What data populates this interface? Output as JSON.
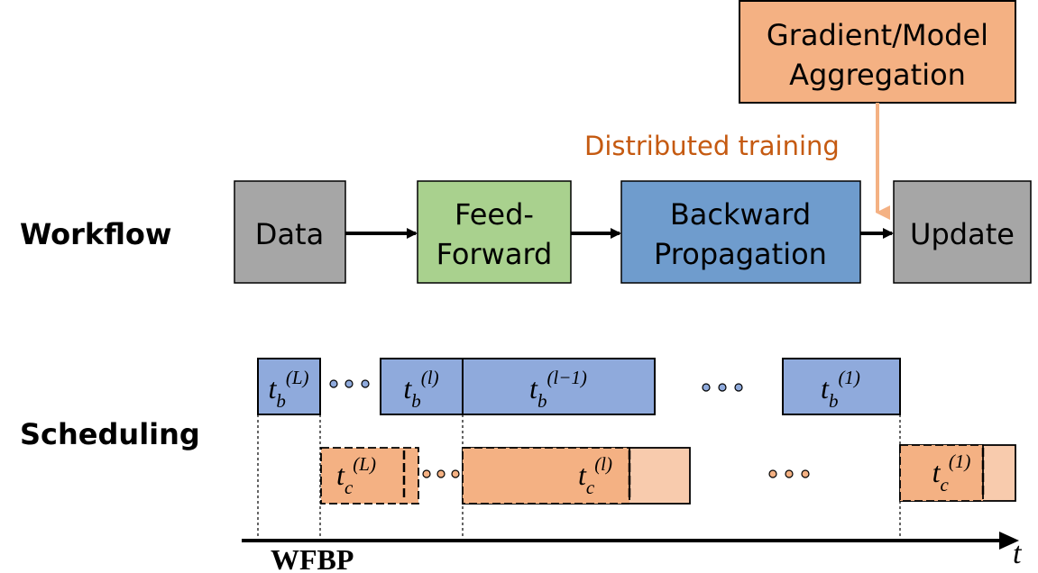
{
  "labels": {
    "workflow": "Workflow",
    "scheduling": "Scheduling",
    "distributed_training": "Distributed training",
    "wfbp": "WFBP",
    "time_axis": "t"
  },
  "aggregation_box": {
    "line1": "Gradient/Model",
    "line2": "Aggregation"
  },
  "workflow_boxes": [
    {
      "id": "data",
      "lines": [
        "Data"
      ]
    },
    {
      "id": "feed-forward",
      "lines": [
        "Feed-",
        "Forward"
      ]
    },
    {
      "id": "backward-propagation",
      "lines": [
        "Backward",
        "Propagation"
      ]
    },
    {
      "id": "update",
      "lines": [
        "Update"
      ]
    }
  ],
  "backward_tasks": [
    {
      "base": "t",
      "sub": "b",
      "sup": "(L)"
    },
    {
      "base": "t",
      "sub": "b",
      "sup": "(l)"
    },
    {
      "base": "t",
      "sub": "b",
      "sup": "(l−1)"
    },
    {
      "base": "t",
      "sub": "b",
      "sup": "(1)"
    }
  ],
  "comm_tasks": [
    {
      "base": "t",
      "sub": "c",
      "sup": "(L)"
    },
    {
      "base": "t",
      "sub": "c",
      "sup": "(l)"
    },
    {
      "base": "t",
      "sub": "c",
      "sup": "(1)"
    }
  ],
  "colors": {
    "gray_box": "#a6a6a6",
    "green_box": "#a9d18e",
    "blue_box": "#6f9ccd",
    "orange_box": "#f4b183",
    "orange_text": "#c55a11",
    "arrow_orange": "#f4b183",
    "task_blue": "#8faadc",
    "task_orange": "#f4b183",
    "task_orange_light": "#f8cbad",
    "dot_blue": "#8faadc",
    "dot_orange": "#f4b183"
  }
}
